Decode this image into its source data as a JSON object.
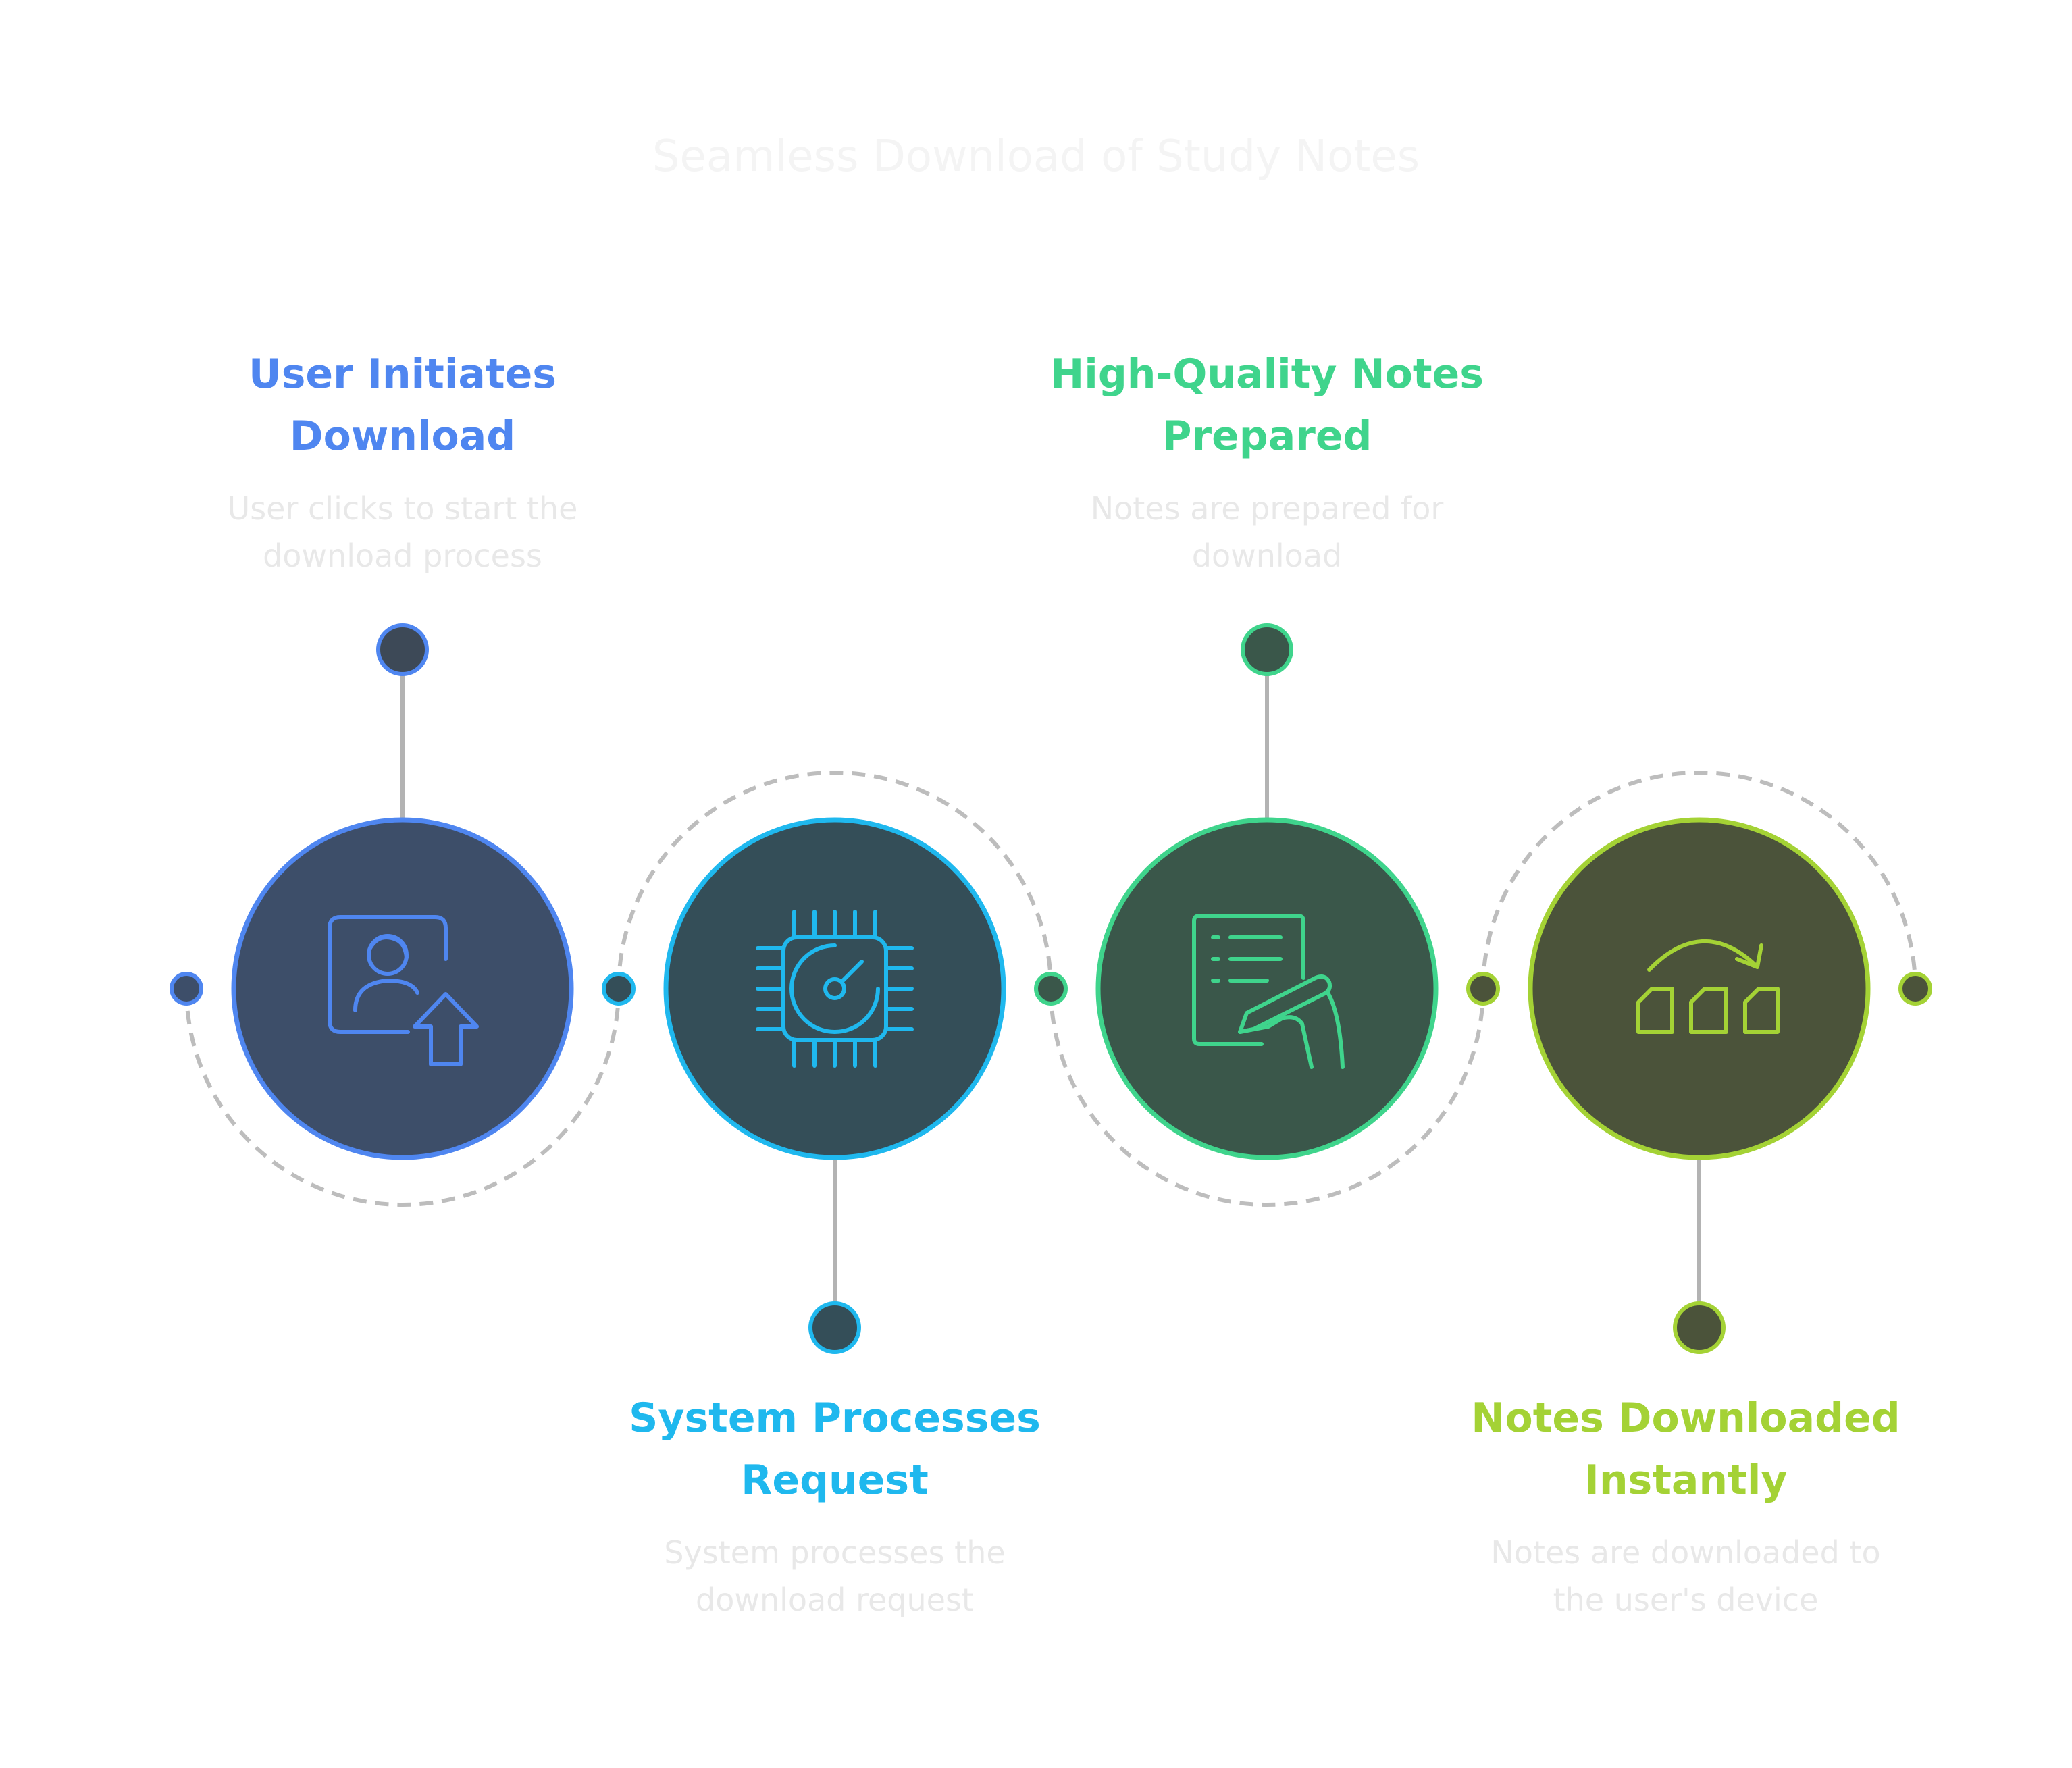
{
  "title": "Seamless Download of Study Notes",
  "steps": [
    {
      "title_line1": "User Initiates",
      "title_line2": "Download",
      "desc_line1": "User clicks to start the",
      "desc_line2": "download process",
      "accent": "#4f86f0",
      "fill": "#3d4e69",
      "icon": "user-upload-icon",
      "label_position": "top"
    },
    {
      "title_line1": "System Processes",
      "title_line2": "Request",
      "desc_line1": "System processes the",
      "desc_line2": "download request",
      "accent": "#1fb8ee",
      "fill": "#344e58",
      "icon": "processor-chip-icon",
      "label_position": "bottom"
    },
    {
      "title_line1": "High-Quality Notes",
      "title_line2": "Prepared",
      "desc_line1": "Notes are prepared for",
      "desc_line2": "download",
      "accent": "#3fd48c",
      "fill": "#3a574a",
      "icon": "document-writing-icon",
      "label_position": "top"
    },
    {
      "title_line1": "Notes Downloaded",
      "title_line2": "Instantly",
      "desc_line1": "Notes are downloaded to",
      "desc_line2": "the user's device",
      "accent": "#a4d235",
      "fill": "#4b533a",
      "icon": "transfer-blocks-icon",
      "label_position": "bottom"
    }
  ],
  "colors": {
    "connector": "#b3b3b3",
    "dashed_arc": "#bdbdbd",
    "pin_fill_top": "#3d4957",
    "pin_fill_bottom": "#3d4a48"
  }
}
